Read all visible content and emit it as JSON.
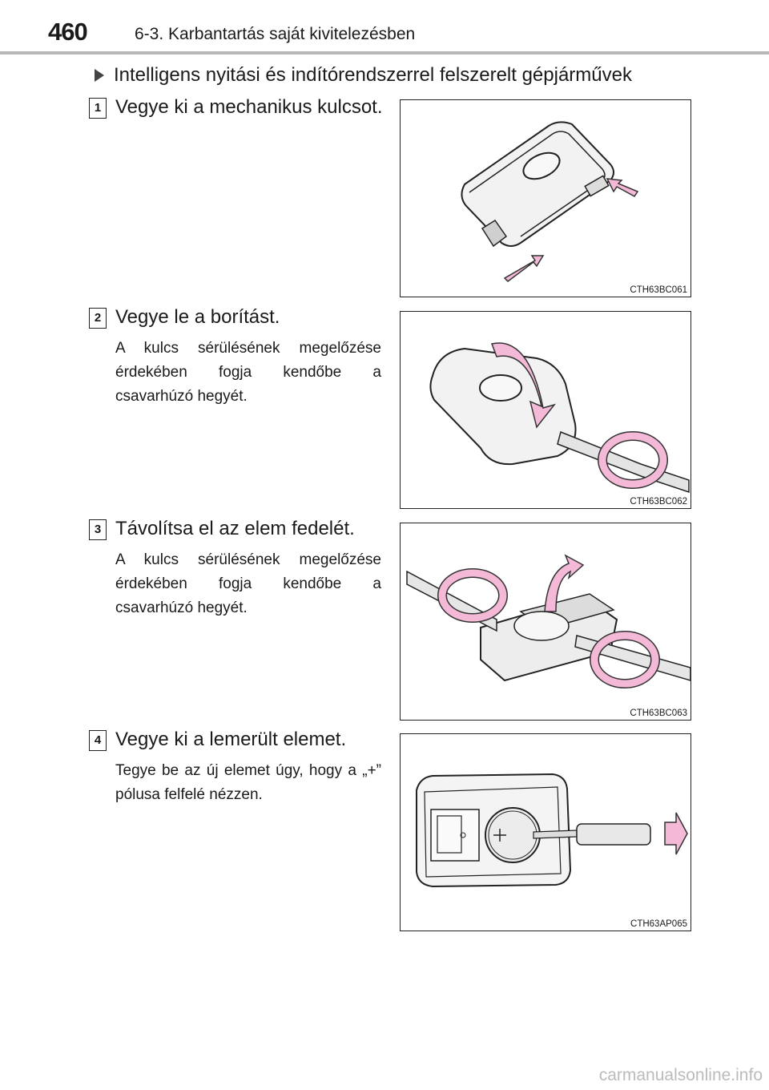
{
  "header": {
    "page_number": "460",
    "chapter": "6-3. Karbantartás saját kivitelezésben"
  },
  "lead": "Intelligens nyitási és indítórendszerrel felszerelt gépjárművek",
  "steps": [
    {
      "num": "1",
      "title": "Vegye ki a mechanikus kulcsot.",
      "note": "",
      "figure_code": "CTH63BC061"
    },
    {
      "num": "2",
      "title": "Vegye le a borítást.",
      "note": "A kulcs sérülésének megelőzése érdekében fogja kendőbe a csavarhúzó hegyét.",
      "figure_code": "CTH63BC062"
    },
    {
      "num": "3",
      "title": "Távolítsa el az elem fedelét.",
      "note": "A kulcs sérülésének megelőzése érdekében fogja kendőbe a csavarhúzó hegyét.",
      "figure_code": "CTH63BC063"
    },
    {
      "num": "4",
      "title": "Vegye ki a lemerült elemet.",
      "note": "Tegye be az új elemet úgy, hogy a „+” pólusa felfelé nézzen.",
      "figure_code": "CTH63AP065"
    }
  ],
  "footer": "carmanualsonline.info",
  "colors": {
    "arrow_fill": "#f3b9d7",
    "arrow_stroke": "#333333",
    "key_fill": "#f2f2f2",
    "rule": "#b8b8b8"
  }
}
